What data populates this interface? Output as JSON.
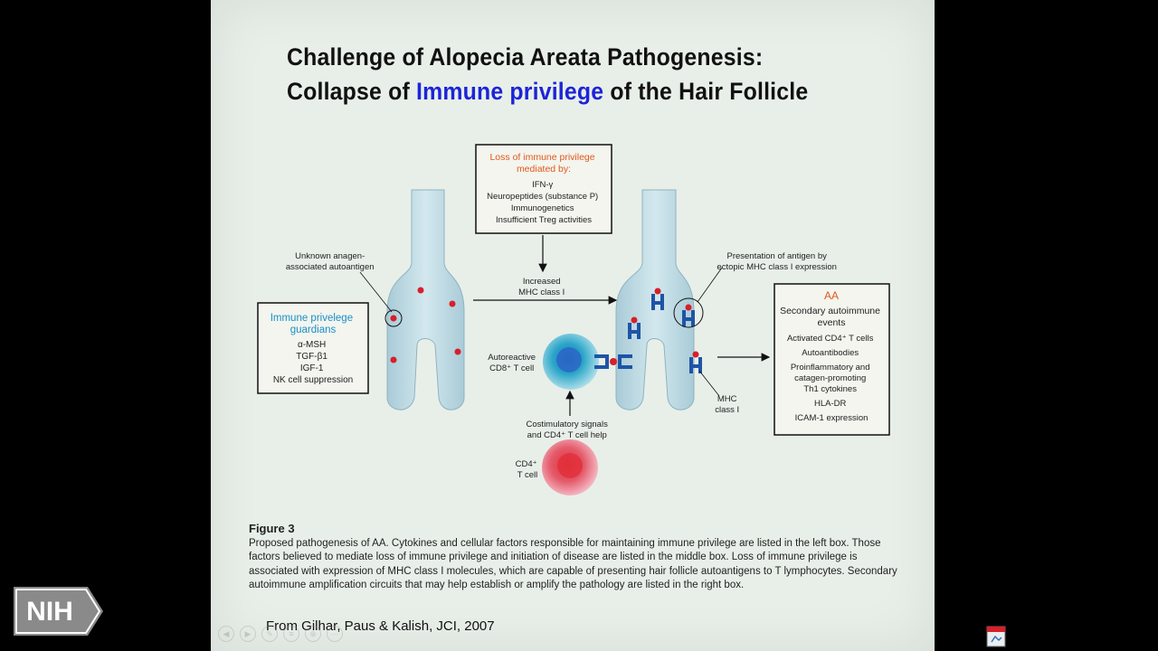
{
  "slide": {
    "title_line1": "Challenge of Alopecia Areata Pathogenesis:",
    "title_line2_pre": "Collapse of ",
    "title_line2_highlight": "Immune privilege",
    "title_line2_post": " of the Hair Follicle"
  },
  "diagram": {
    "center_box": {
      "heading1": "Loss of immune privilege",
      "heading2": "mediated by:",
      "items": [
        "IFN-γ",
        "Neuropeptides (substance P)",
        "Immunogenetics",
        "Insufficient Treg activities"
      ]
    },
    "left_box": {
      "heading1": "Immune privelege",
      "heading2": "guardians",
      "items": [
        "α-MSH",
        "TGF-β1",
        "IGF-1",
        "NK cell suppression"
      ]
    },
    "right_box": {
      "heading": "AA",
      "items": [
        "Secondary autoimmune",
        "events",
        "Activated CD4⁺ T cells",
        "Autoantibodies",
        "Proinflammatory and",
        "catagen-promoting",
        "Th1 cytokines",
        "HLA-DR",
        "ICAM-1 expression"
      ]
    },
    "labels": {
      "unknown_antigen_1": "Unknown anagen-",
      "unknown_antigen_2": "associated autoantigen",
      "increased_1": "Increased",
      "increased_2": "MHC class I",
      "presentation_1": "Presentation of antigen by",
      "presentation_2": "ectopic MHC class I expression",
      "autoreactive_1": "Autoreactive",
      "autoreactive_2": "CD8⁺ T cell",
      "mhc_1": "MHC",
      "mhc_2": "class I",
      "costim_1": "Costimulatory signals",
      "costim_2": "and CD4⁺ T cell help",
      "cd4_1": "CD4⁺",
      "cd4_2": "T cell"
    },
    "colors": {
      "follicle": "#c9e2ea",
      "red_dot": "#d81f2a",
      "orange_heading": "#e2581d",
      "blue_heading": "#1a8fc9",
      "receptor": "#1f54a6",
      "cd8_cell": "#2aa5c8",
      "cd4_cell": "#e04a5a"
    }
  },
  "caption": {
    "figure_label": "Figure 3",
    "text": "Proposed pathogenesis of AA. Cytokines and cellular factors responsible for maintaining immune privilege are listed in the left box. Those factors believed to mediate loss of immune privilege and initiation of disease are listed in the middle box. Loss of immune privilege is associated with expression of MHC class I molecules, which are capable of presenting hair follicle autoantigens to T lymphocytes. Secondary autoimmune amplification circuits that may help establish or amplify the pathology are listed in the right box."
  },
  "source": "From Gilhar, Paus & Kalish, JCI, 2007",
  "logo": {
    "text": "NIH"
  }
}
